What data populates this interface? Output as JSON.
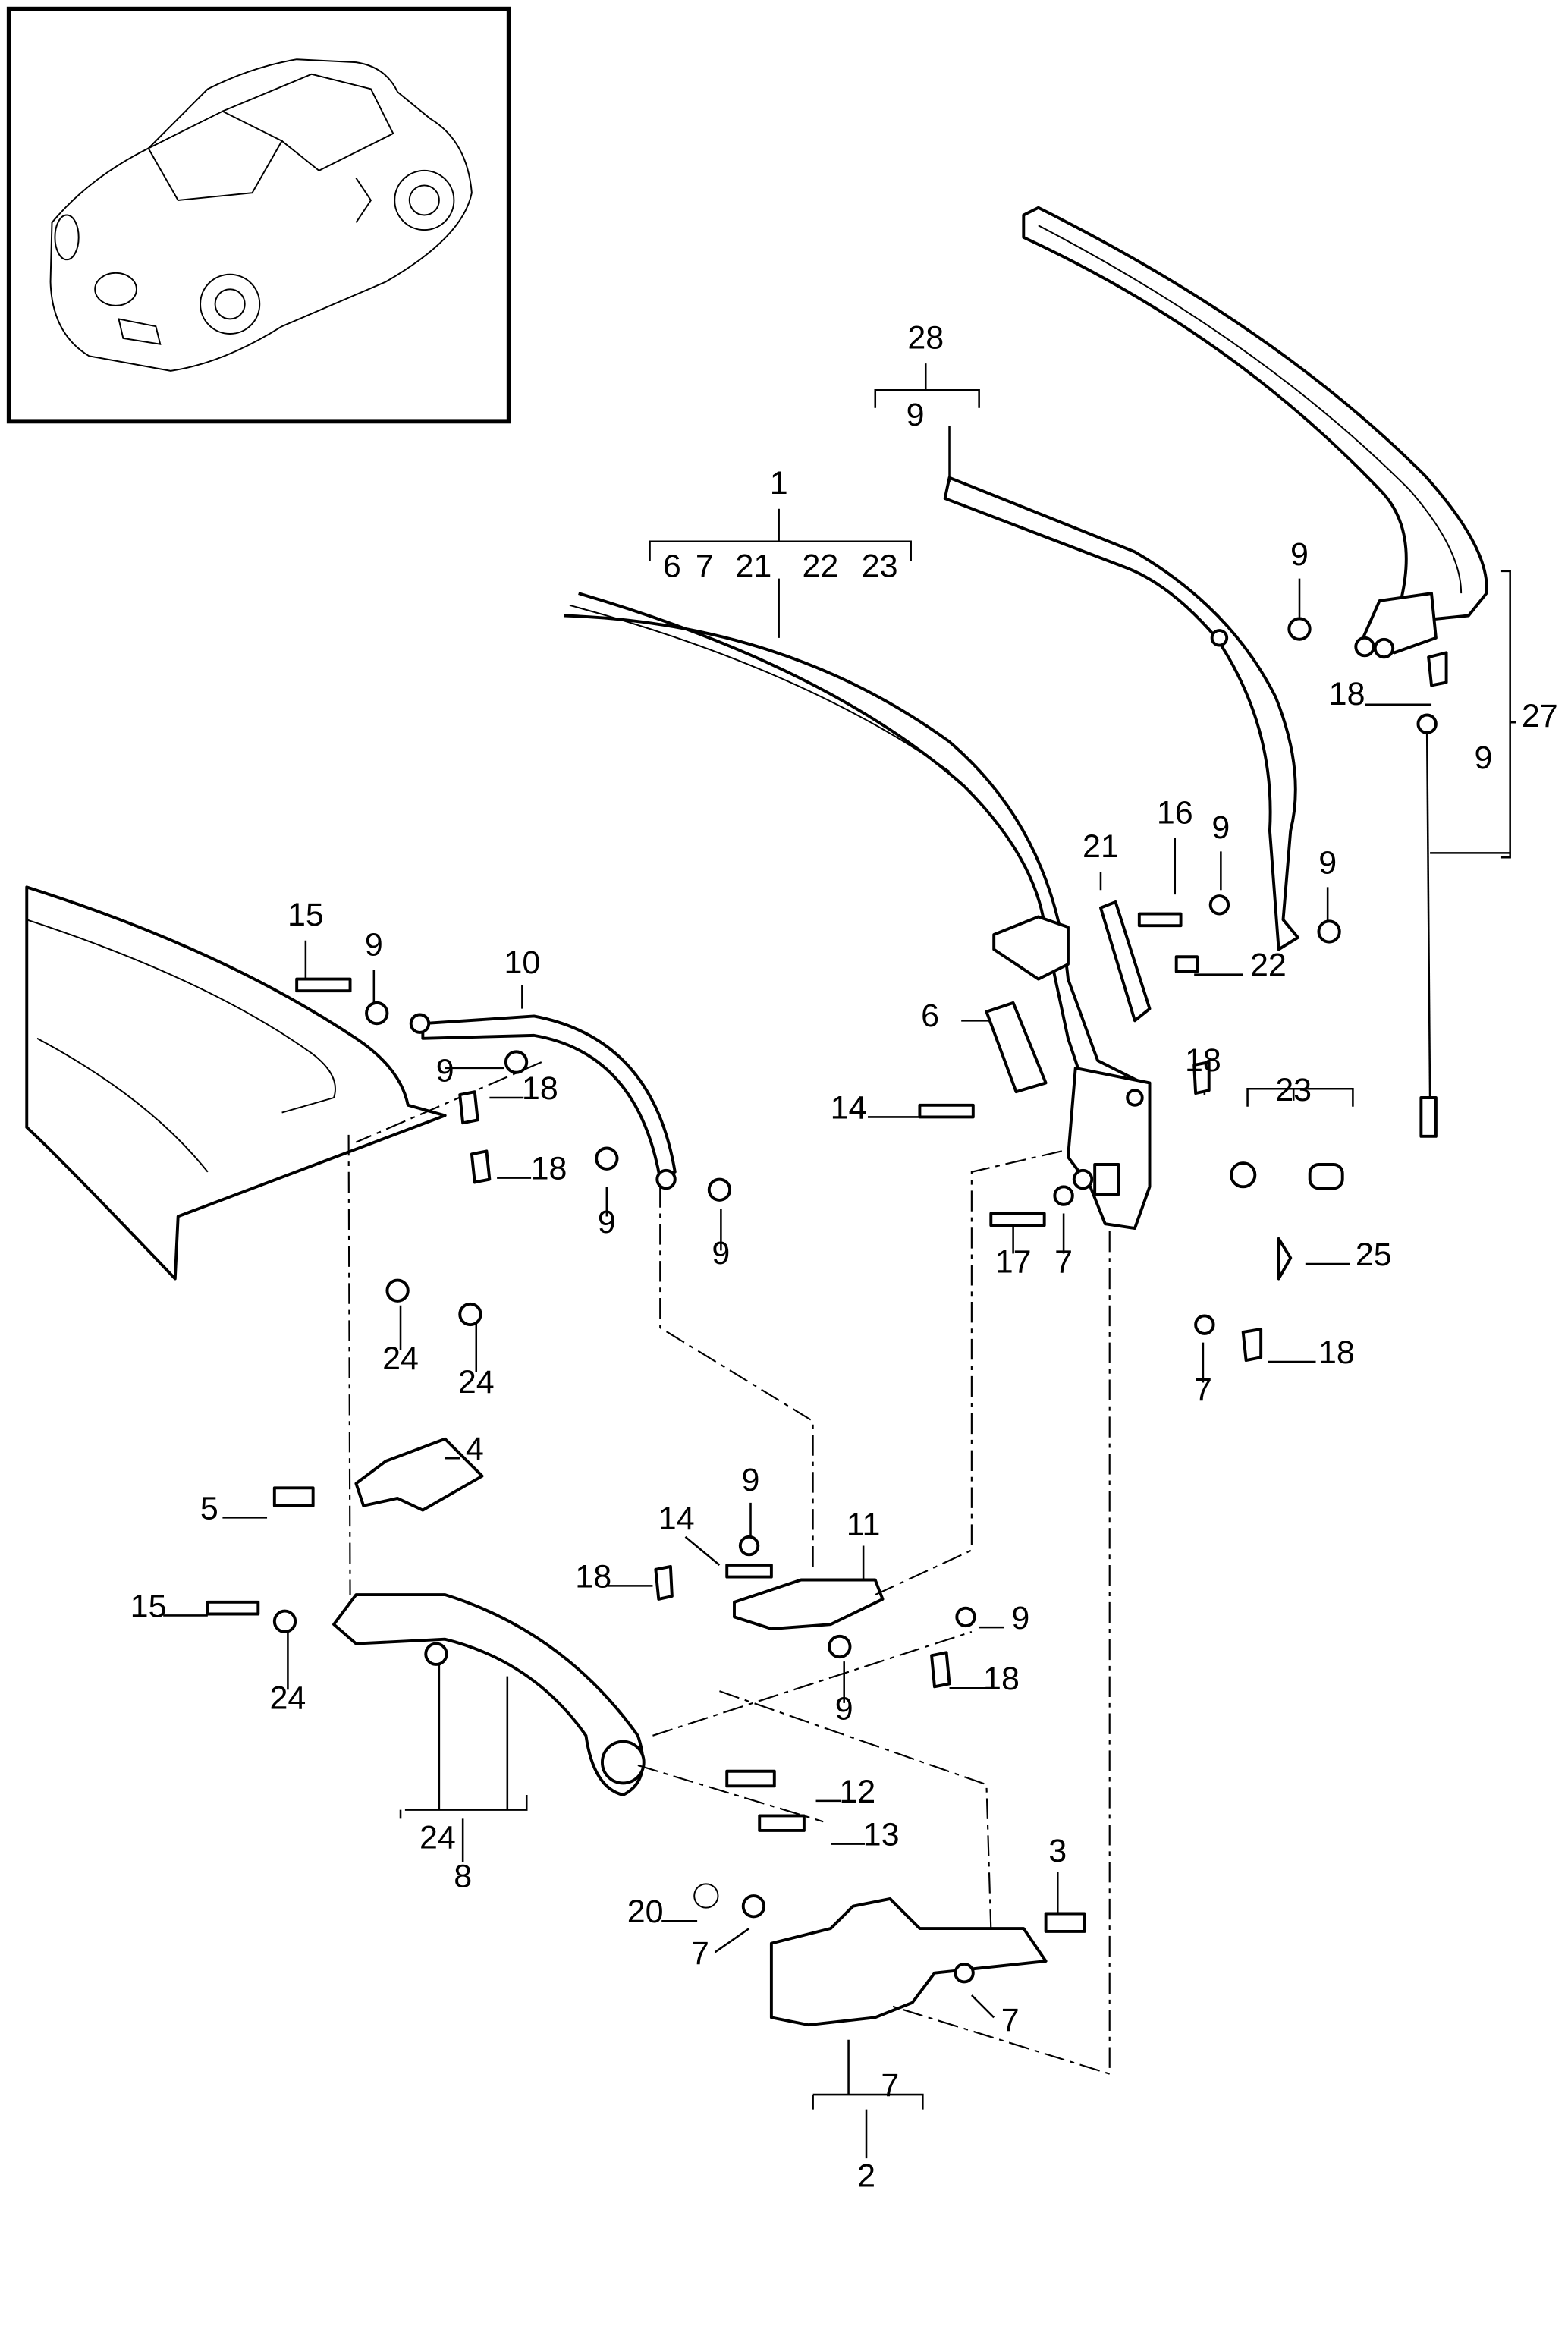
{
  "diagram": {
    "colors": {
      "line": "#000000",
      "background": "#ffffff"
    },
    "inset": {
      "content": "car-overview-illustration"
    },
    "callouts": [
      "28",
      "9",
      "1",
      "6",
      "7",
      "21",
      "22",
      "23",
      "9",
      "18",
      "27",
      "9",
      "16",
      "9",
      "21",
      "9",
      "15",
      "9",
      "10",
      "22",
      "6",
      "9",
      "14",
      "18",
      "23",
      "18",
      "18",
      "9",
      "9",
      "25",
      "17",
      "7",
      "7",
      "18",
      "24",
      "24",
      "4",
      "5",
      "9",
      "14",
      "11",
      "18",
      "15",
      "9",
      "24",
      "18",
      "9",
      "24",
      "12",
      "13",
      "8",
      "3",
      "20",
      "7",
      "7",
      "7",
      "2"
    ]
  }
}
